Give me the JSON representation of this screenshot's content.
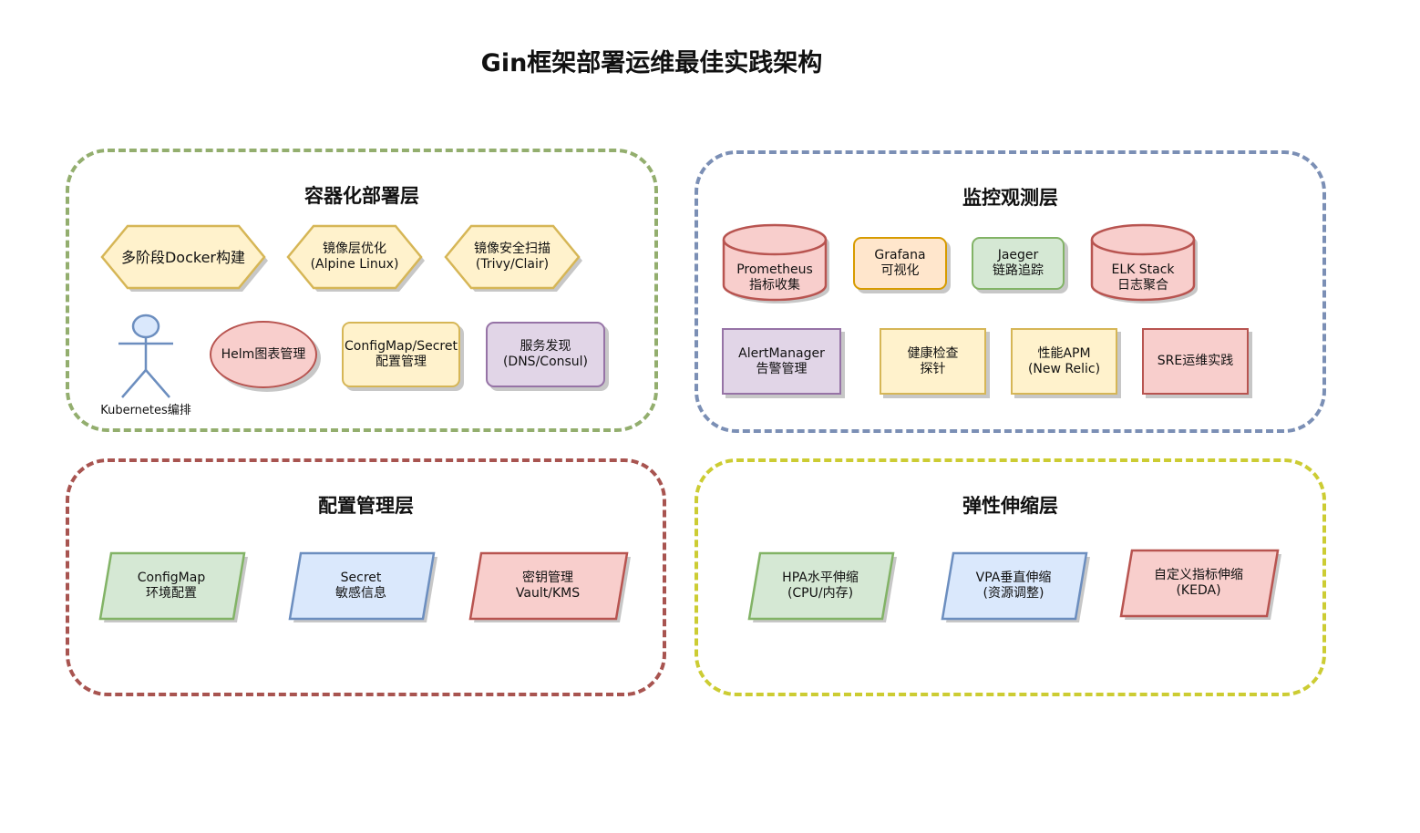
{
  "title": "Gin框架部署运维最佳实践架构",
  "colors": {
    "green": "#82b366",
    "green_fill": "#d5e8d4",
    "blue": "#6c8ebf",
    "blue_fill": "#dae8fc",
    "red": "#b85450",
    "red_fill": "#f8cecc",
    "yellow": "#d6b656",
    "yellow_fill": "#fff2cc",
    "orange": "#d79b00",
    "orange_fill": "#ffe6cc",
    "purple": "#9673a6",
    "purple_fill": "#e1d5e7",
    "lime": "#c9c92a"
  },
  "groups": {
    "container": {
      "title": "容器化部署层",
      "hex1": "多阶段Docker构建",
      "hex2": "镜像层优化\n(Alpine Linux)",
      "hex3": "镜像安全扫描\n(Trivy/Clair)",
      "actor": "Kubernetes编排",
      "helm": "Helm图表管理",
      "configmap_secret": "ConfigMap/Secret\n配置管理",
      "discovery": "服务发现\n(DNS/Consul)"
    },
    "monitor": {
      "title": "监控观测层",
      "prometheus": "Prometheus\n指标收集",
      "grafana": "Grafana\n可视化",
      "jaeger": "Jaeger\n链路追踪",
      "elk": "ELK Stack\n日志聚合",
      "alertmanager": "AlertManager\n告警管理",
      "health": "健康检查\n探针",
      "apm": "性能APM\n(New Relic)",
      "sre": "SRE运维实践"
    },
    "config": {
      "title": "配置管理层",
      "configmap": "ConfigMap\n环境配置",
      "secret": "Secret\n敏感信息",
      "vault": "密钥管理\nVault/KMS"
    },
    "scaling": {
      "title": "弹性伸缩层",
      "hpa": "HPA水平伸缩\n(CPU/内存)",
      "vpa": "VPA垂直伸缩\n(资源调整)",
      "keda": "自定义指标伸缩\n(KEDA)"
    }
  }
}
